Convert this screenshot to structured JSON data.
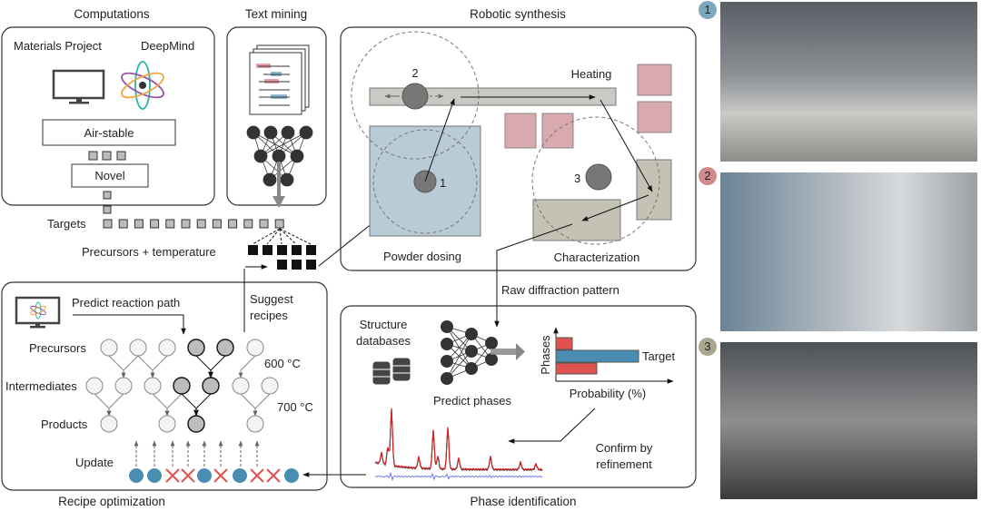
{
  "computations": {
    "title": "Computations",
    "source1": "Materials Project",
    "source2": "DeepMind",
    "filter1": "Air-stable",
    "filter2": "Novel",
    "targets_label": "Targets"
  },
  "text_mining": {
    "title": "Text mining"
  },
  "precursors_label": "Precursors + temperature",
  "robotic_synthesis": {
    "title": "Robotic synthesis",
    "station1": "1",
    "station2": "2",
    "station3": "3",
    "heating": "Heating",
    "powder_dosing": "Powder dosing",
    "characterization": "Characterization"
  },
  "raw_diffraction": "Raw diffraction pattern",
  "phase_identification": {
    "title": "Phase identification",
    "db_line1": "Structure",
    "db_line2": "databases",
    "predict": "Predict phases",
    "y_axis": "Phases",
    "x_axis": "Probability (%)",
    "target": "Target",
    "confirm1": "Confirm by",
    "confirm2": "refinement"
  },
  "recipe_optimization": {
    "title": "Recipe optimization",
    "predict_path": "Predict reaction path",
    "suggest1": "Suggest",
    "suggest2": "recipes",
    "precursors": "Precursors",
    "intermediates": "Intermediates",
    "products": "Products",
    "temp1": "600 °C",
    "temp2": "700 °C",
    "update": "Update",
    "outcomes": [
      "success",
      "success",
      "fail",
      "fail",
      "success",
      "fail",
      "success",
      "fail",
      "fail",
      "success"
    ]
  },
  "photos": [
    {
      "badge": "1"
    },
    {
      "badge": "2"
    },
    {
      "badge": "3"
    }
  ],
  "colors": {
    "blue": "#4a8db3",
    "red": "#e0524f",
    "pink": "#d8a9ad",
    "dosing": "#b8cbd6",
    "gray_station": "#c4c2b4",
    "badge1": "#7ea7bd",
    "badge2": "#d08a8a",
    "badge3": "#a9a88f"
  }
}
